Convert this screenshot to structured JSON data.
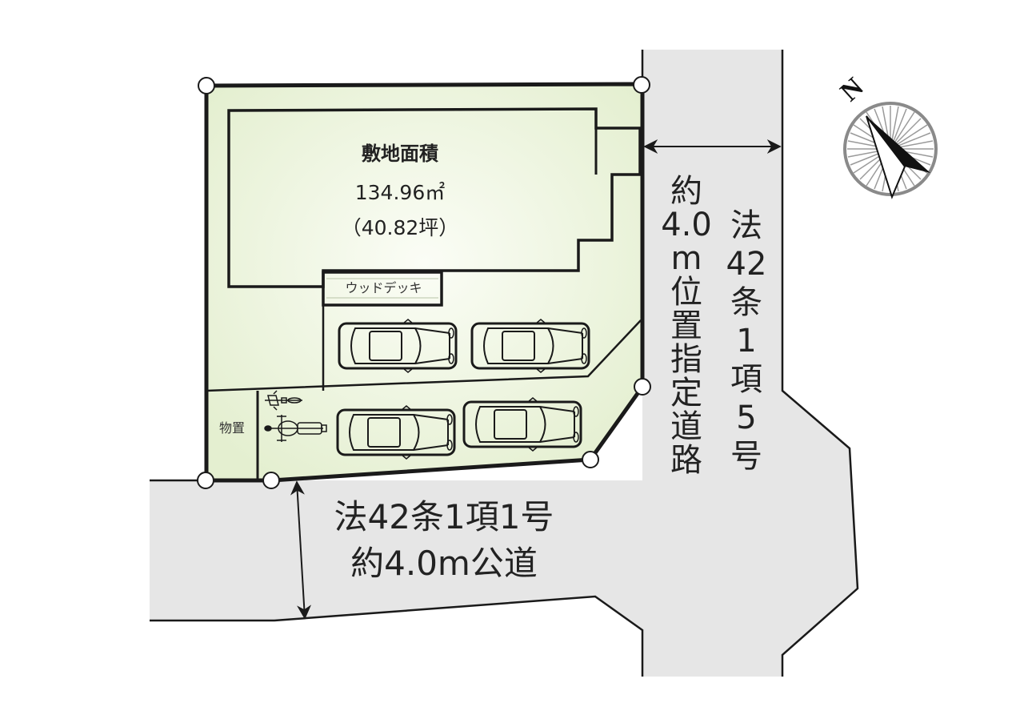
{
  "site": {
    "area_title": "敷地面積",
    "area_sqm": "134.96㎡",
    "area_tsubo": "（40.82坪）",
    "wood_deck_label": "ウッドデッキ",
    "storage_label": "物置",
    "parking": {
      "cars": 4,
      "bicycles": 1,
      "motorcycles": 1
    },
    "colors": {
      "lot_fill": "#e8f1d6",
      "lot_center": "#f7faf0",
      "road_fill": "#e6e6e6",
      "line": "#1a1a1a",
      "marker_fill": "#ffffff"
    }
  },
  "roads": {
    "east": {
      "width_label_chars": [
        "約",
        "4.0",
        "m",
        "位",
        "置",
        "指",
        "定",
        "道",
        "路"
      ],
      "law_label_chars": [
        "法",
        "42",
        "条",
        "1",
        "項",
        "5",
        "号"
      ]
    },
    "south": {
      "line1": "法42条1項1号",
      "line2": "約4.0m公道"
    }
  },
  "compass": {
    "label": "N"
  }
}
